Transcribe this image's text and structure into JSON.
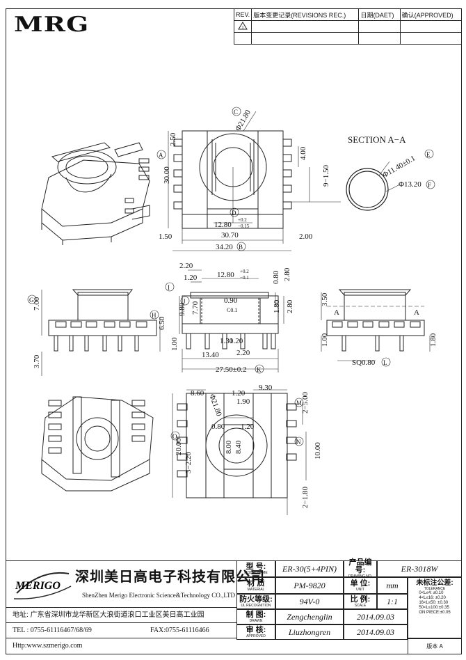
{
  "logo": "MRG",
  "revision": {
    "rev": "REV.",
    "record": "版本变更记录(REVISIONS REC.)",
    "date": "日期(DAET)",
    "approved": "确认(APPROVED)",
    "row_symbol": "1"
  },
  "top_view": {
    "d_c": "Φ21.80",
    "c_label": "C",
    "dim_a": "30.00",
    "a_label": "A",
    "dim_250": "2.50",
    "dim_400": "4.00",
    "dim_9_150": "9−1.50",
    "dim_d": "12.80",
    "d_tol_plus": "+0.2",
    "d_tol_minus": "−0.15",
    "d_label": "D",
    "dim_150": "1.50",
    "dim_3070": "30.70",
    "dim_200": "2.00",
    "dim_3420": "34.20",
    "b_label": "B"
  },
  "section": {
    "title": "SECTION A−A",
    "inner": "Φ11.40±0.1",
    "e_label": "E",
    "outer": "Φ13.20",
    "f_label": "F"
  },
  "side_view": {
    "d220": "2.20",
    "d120": "1.20",
    "d1280": "12.80",
    "tol_p": "+0.2",
    "tol_m": "−0.1",
    "d080": "0.80",
    "d280": "2.80",
    "d090": "0.90",
    "c010": "C0.1",
    "d980": "9.80",
    "d980_tol": "+0.1 / 0",
    "i_label": "I",
    "j_label": "J",
    "d770": "7.70",
    "d180": "1.80",
    "d280b": "2.80",
    "d700": "7.00",
    "g_label": "G",
    "d650": "6.50",
    "h_label": "H",
    "d100": "1.00",
    "d370": "3.70",
    "d130": "1.30",
    "d120b": "1.20",
    "d220b": "2.20",
    "d1340": "13.40",
    "d2750": "27.50±0.2",
    "k_label": "K"
  },
  "end_view": {
    "d350": "3.50",
    "a_left": "A",
    "a_right": "A",
    "d100": "1.00",
    "d180": "1.80",
    "sq": "SQ0.80",
    "l_label": "L"
  },
  "bottom_view": {
    "d860": "8.60",
    "d2180": "Φ21.80",
    "d120": "1.20",
    "d930": "9.30",
    "d190": "1.90",
    "m_dim": "2−5.00",
    "m_label": "M",
    "d080": "0.80",
    "d120b": "1.20",
    "d2000": "20.00",
    "o_label": "O",
    "d3220": "3−2.20",
    "d1000": "10.00",
    "n_label": "N",
    "d2_180": "2−1.80",
    "d800": "8.00",
    "d840": "8.40"
  },
  "title_block": {
    "brand": "MERIGO",
    "company_cn": "深圳美日高电子科技有限公司",
    "company_en": "ShenZhen Merigo Electronic Science&Technology CO.,LTD",
    "address": "地址: 广东省深圳市龙华新区大浪街道浪口工业区美日高工业园",
    "tel": "TEL : 0755-61116467/68/69",
    "fax": "FAX:0755-61116466",
    "http": "Http:www.szmerigo.com",
    "model_label": "型  号:",
    "model_sub": "MODEL NAME",
    "model_value": "ER-30(5+4PIN)",
    "drawing_label": "产品编号:",
    "drawing_sub": "DRAWING NO.",
    "drawing_value": "ER-3018W",
    "material_label": "材  质",
    "material_sub": "MATERIAL",
    "material_value": "PM-9820",
    "unit_label": "单  位:",
    "unit_sub": "UNIT",
    "unit_value": "mm",
    "tolerance_label": "未标注公差:",
    "tolerance_sub": "TOLERANCE",
    "tol_rows": [
      "0<L≤4:  ±0.10",
      "4<L≤16: ±0.20",
      "16<L≤50: ±0.30",
      "50<L≤100:±0.35",
      "ON PIECE:±0.05"
    ],
    "fire_label": "防火等级:",
    "fire_sub": "UL RECOGNITION",
    "fire_value": "94V-0",
    "scale_label": "比  例:",
    "scale_sub": "SCALE",
    "scale_value": "1:1",
    "drawn_label": "制  图:",
    "drawn_sub": "DRAWN",
    "drawn_value": "Zengchenglin",
    "drawn_date": "2014.09.03",
    "approved_label": "审  核:",
    "approved_sub": "APPROVED",
    "approved_value": "Liuzhongren",
    "approved_date": "2014.09.03",
    "pages": "版本 A"
  }
}
